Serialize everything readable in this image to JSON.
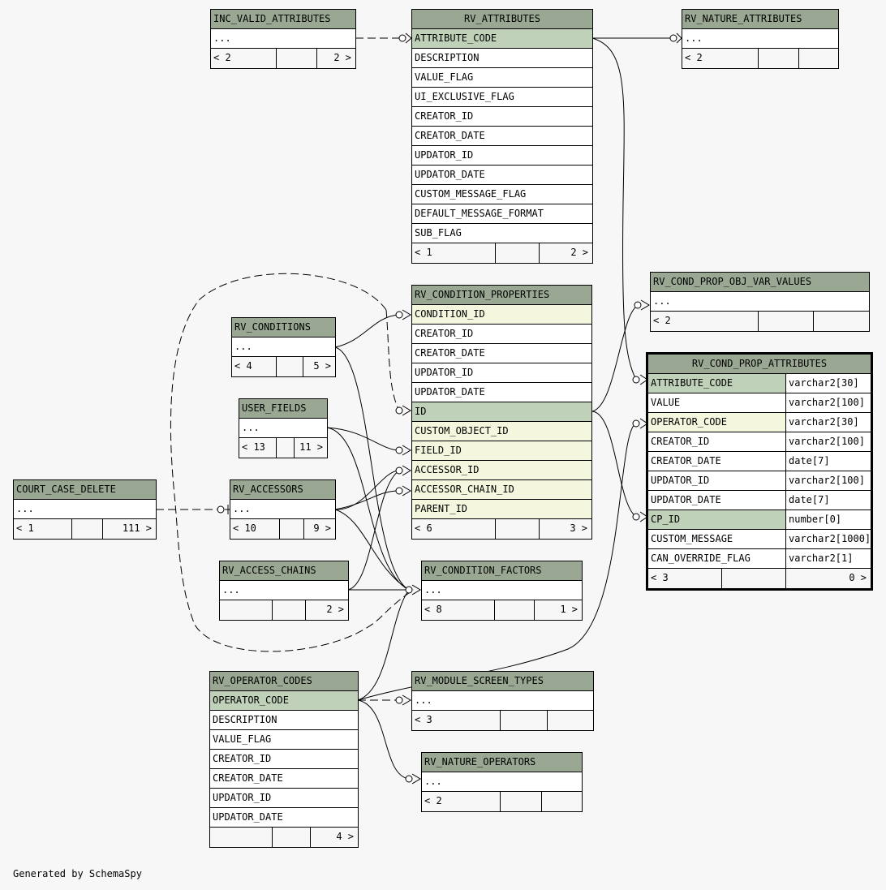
{
  "caption": "Generated by SchemaSpy",
  "tables": [
    {
      "id": "inc_valid_attributes",
      "name": "INC_VALID_ATTRIBUTES",
      "columns": [
        {
          "name": "...",
          "kind": "plain"
        }
      ],
      "footer": [
        "< 2",
        "",
        "2 >"
      ]
    },
    {
      "id": "rv_attributes",
      "name": "RV_ATTRIBUTES",
      "columns": [
        {
          "name": "ATTRIBUTE_CODE",
          "kind": "pk"
        },
        {
          "name": "DESCRIPTION",
          "kind": "plain"
        },
        {
          "name": "VALUE_FLAG",
          "kind": "plain"
        },
        {
          "name": "UI_EXCLUSIVE_FLAG",
          "kind": "plain"
        },
        {
          "name": "CREATOR_ID",
          "kind": "plain"
        },
        {
          "name": "CREATOR_DATE",
          "kind": "plain"
        },
        {
          "name": "UPDATOR_ID",
          "kind": "plain"
        },
        {
          "name": "UPDATOR_DATE",
          "kind": "plain"
        },
        {
          "name": "CUSTOM_MESSAGE_FLAG",
          "kind": "plain"
        },
        {
          "name": "DEFAULT_MESSAGE_FORMAT",
          "kind": "plain"
        },
        {
          "name": "SUB_FLAG",
          "kind": "plain"
        }
      ],
      "footer": [
        "< 1",
        "",
        "2 >"
      ]
    },
    {
      "id": "rv_nature_attributes",
      "name": "RV_NATURE_ATTRIBUTES",
      "columns": [
        {
          "name": "...",
          "kind": "plain"
        }
      ],
      "footer": [
        "< 2",
        "",
        ""
      ]
    },
    {
      "id": "rv_condition_properties",
      "name": "RV_CONDITION_PROPERTIES",
      "columns": [
        {
          "name": "CONDITION_ID",
          "kind": "fk"
        },
        {
          "name": "CREATOR_ID",
          "kind": "plain"
        },
        {
          "name": "CREATOR_DATE",
          "kind": "plain"
        },
        {
          "name": "UPDATOR_ID",
          "kind": "plain"
        },
        {
          "name": "UPDATOR_DATE",
          "kind": "plain"
        },
        {
          "name": "ID",
          "kind": "pk"
        },
        {
          "name": "CUSTOM_OBJECT_ID",
          "kind": "fk"
        },
        {
          "name": "FIELD_ID",
          "kind": "fk"
        },
        {
          "name": "ACCESSOR_ID",
          "kind": "fk"
        },
        {
          "name": "ACCESSOR_CHAIN_ID",
          "kind": "fk"
        },
        {
          "name": "PARENT_ID",
          "kind": "fk"
        }
      ],
      "footer": [
        "< 6",
        "",
        "3 >"
      ]
    },
    {
      "id": "rv_cond_prop_obj_var_values",
      "name": "RV_COND_PROP_OBJ_VAR_VALUES",
      "columns": [
        {
          "name": "...",
          "kind": "plain"
        }
      ],
      "footer": [
        "< 2",
        "",
        ""
      ]
    },
    {
      "id": "rv_cond_prop_attributes",
      "name": "RV_COND_PROP_ATTRIBUTES",
      "columns": [
        {
          "name": "ATTRIBUTE_CODE",
          "type": "varchar2[30]",
          "kind": "pk"
        },
        {
          "name": "VALUE",
          "type": "varchar2[100]",
          "kind": "plain"
        },
        {
          "name": "OPERATOR_CODE",
          "type": "varchar2[30]",
          "kind": "fk"
        },
        {
          "name": "CREATOR_ID",
          "type": "varchar2[100]",
          "kind": "plain"
        },
        {
          "name": "CREATOR_DATE",
          "type": "date[7]",
          "kind": "plain"
        },
        {
          "name": "UPDATOR_ID",
          "type": "varchar2[100]",
          "kind": "plain"
        },
        {
          "name": "UPDATOR_DATE",
          "type": "date[7]",
          "kind": "plain"
        },
        {
          "name": "CP_ID",
          "type": "number[0]",
          "kind": "pk"
        },
        {
          "name": "CUSTOM_MESSAGE",
          "type": "varchar2[1000]",
          "kind": "plain"
        },
        {
          "name": "CAN_OVERRIDE_FLAG",
          "type": "varchar2[1]",
          "kind": "plain"
        }
      ],
      "footer": [
        "< 3",
        "",
        "0 >"
      ]
    },
    {
      "id": "rv_conditions",
      "name": "RV_CONDITIONS",
      "columns": [
        {
          "name": "...",
          "kind": "plain"
        }
      ],
      "footer": [
        "< 4",
        "",
        "5 >"
      ]
    },
    {
      "id": "user_fields",
      "name": "USER_FIELDS",
      "columns": [
        {
          "name": "...",
          "kind": "plain"
        }
      ],
      "footer": [
        "< 13",
        "",
        "11 >"
      ]
    },
    {
      "id": "court_case_delete",
      "name": "COURT_CASE_DELETE",
      "columns": [
        {
          "name": "...",
          "kind": "plain"
        }
      ],
      "footer": [
        "< 1",
        "",
        "111 >"
      ]
    },
    {
      "id": "rv_accessors",
      "name": "RV_ACCESSORS",
      "columns": [
        {
          "name": "...",
          "kind": "plain"
        }
      ],
      "footer": [
        "< 10",
        "",
        "9 >"
      ]
    },
    {
      "id": "rv_access_chains",
      "name": "RV_ACCESS_CHAINS",
      "columns": [
        {
          "name": "...",
          "kind": "plain"
        }
      ],
      "footer": [
        "",
        "",
        "2 >"
      ]
    },
    {
      "id": "rv_condition_factors",
      "name": "RV_CONDITION_FACTORS",
      "columns": [
        {
          "name": "...",
          "kind": "plain"
        }
      ],
      "footer": [
        "< 8",
        "",
        "1 >"
      ]
    },
    {
      "id": "rv_operator_codes",
      "name": "RV_OPERATOR_CODES",
      "columns": [
        {
          "name": "OPERATOR_CODE",
          "kind": "pk"
        },
        {
          "name": "DESCRIPTION",
          "kind": "plain"
        },
        {
          "name": "VALUE_FLAG",
          "kind": "plain"
        },
        {
          "name": "CREATOR_ID",
          "kind": "plain"
        },
        {
          "name": "CREATOR_DATE",
          "kind": "plain"
        },
        {
          "name": "UPDATOR_ID",
          "kind": "plain"
        },
        {
          "name": "UPDATOR_DATE",
          "kind": "plain"
        }
      ],
      "footer": [
        "",
        "",
        "4 >"
      ]
    },
    {
      "id": "rv_module_screen_types",
      "name": "RV_MODULE_SCREEN_TYPES",
      "columns": [
        {
          "name": "...",
          "kind": "plain"
        }
      ],
      "footer": [
        "< 3",
        "",
        ""
      ]
    },
    {
      "id": "rv_nature_operators",
      "name": "RV_NATURE_OPERATORS",
      "columns": [
        {
          "name": "...",
          "kind": "plain"
        }
      ],
      "footer": [
        "< 2",
        "",
        ""
      ]
    }
  ]
}
